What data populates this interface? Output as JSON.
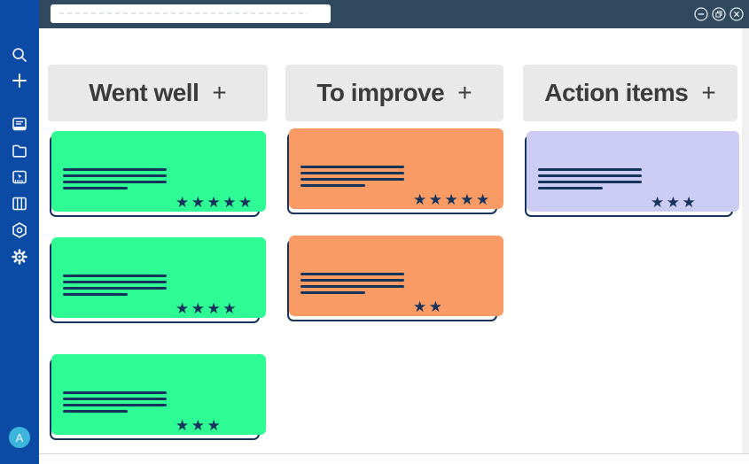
{
  "window": {
    "controls": [
      {
        "icon": "minimize-icon"
      },
      {
        "icon": "restore-icon"
      },
      {
        "icon": "close-icon"
      }
    ]
  },
  "topbar": {
    "search_value": "",
    "search_placeholder": ""
  },
  "sidebar": {
    "icons": [
      "search-icon",
      "add-icon",
      "board-icon",
      "folder-icon",
      "present-icon",
      "columns-icon",
      "nut-icon",
      "gear-icon"
    ],
    "avatar_initial": "A"
  },
  "board": {
    "star_icon": "★",
    "columns": [
      {
        "title": "Went well",
        "add_button": "+",
        "card_color": "#2ffb95",
        "cards": [
          {
            "placeholder_lines": 4,
            "stars": 5
          },
          {
            "placeholder_lines": 4,
            "stars": 4
          },
          {
            "placeholder_lines": 4,
            "stars": 3
          }
        ]
      },
      {
        "title": "To improve",
        "add_button": "+",
        "card_color": "#f89b64",
        "cards": [
          {
            "placeholder_lines": 4,
            "stars": 5
          },
          {
            "placeholder_lines": 4,
            "stars": 2
          }
        ]
      },
      {
        "title": "Action items",
        "add_button": "+",
        "card_color": "#cbcbf3",
        "cards": [
          {
            "placeholder_lines": 4,
            "stars": 3
          }
        ]
      }
    ]
  },
  "colors": {
    "sidebar_bg": "#0b4ba6",
    "topbar_bg": "#30495e",
    "accent_navy": "#16335c",
    "header_bg": "#e9e9e9",
    "avatar_bg": "#3cb4dc",
    "went_well_green": "#2ffb95",
    "to_improve_orange": "#f89b64",
    "action_items_purple": "#cbcbf3"
  }
}
